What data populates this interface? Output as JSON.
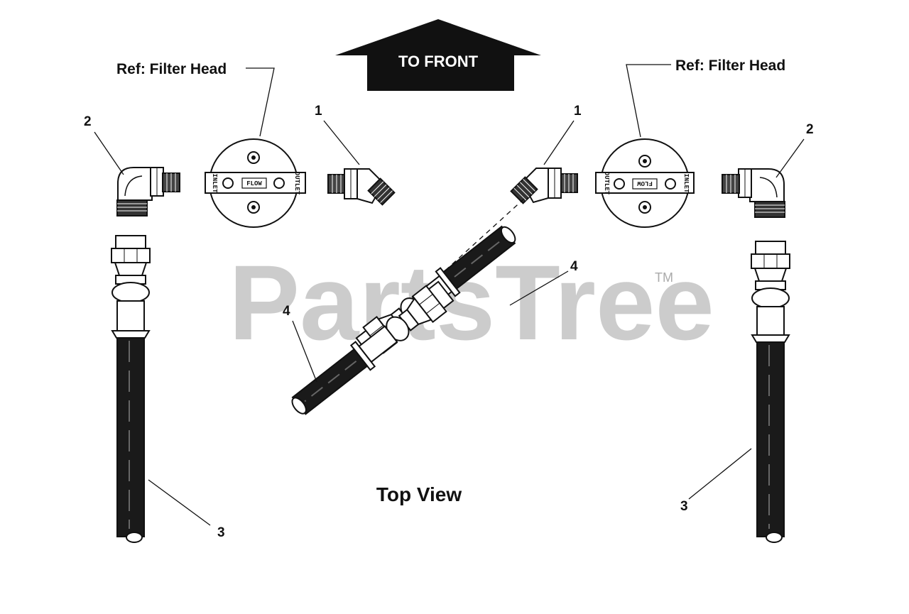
{
  "direction": {
    "label": "TO FRONT"
  },
  "watermark": {
    "text": "PartsTree",
    "trademark": "TM"
  },
  "view_title": "Top View",
  "callouts": {
    "ref_left": "Ref: Filter Head",
    "ref_right": "Ref: Filter Head"
  },
  "filter_head": {
    "flow_text": "FLOW",
    "inlet_text": "INLET",
    "outlet_text": "OUTLET"
  },
  "part_numbers": {
    "elbow_45_left": "1",
    "elbow_45_right": "1",
    "elbow_90_left": "2",
    "elbow_90_right": "2",
    "hose_left": "3",
    "hose_right": "3",
    "hose_center_upper": "4",
    "hose_center_lower": "4"
  },
  "colors": {
    "ink": "#111111",
    "watermark": "#c4c4c4",
    "hose": "#1a1a1a",
    "paper": "#ffffff"
  }
}
